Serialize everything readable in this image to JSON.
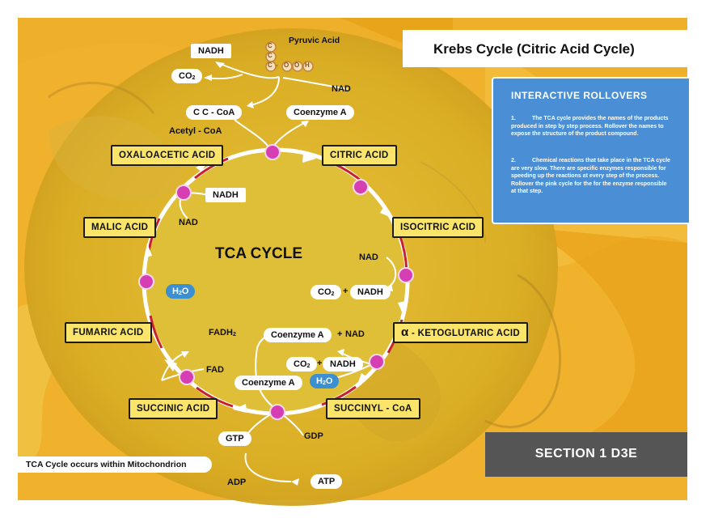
{
  "title": "Krebs Cycle (Citric Acid Cycle)",
  "center_label": "TCA CYCLE",
  "section_label": "SECTION 1 D3E",
  "footer_note": "TCA Cycle occurs within Mitochondrion",
  "rollovers": {
    "heading": "INTERACTIVE ROLLOVERS",
    "items": [
      {
        "num": "1.",
        "text": "The TCA cycle provides the names of the products produced in step by step process. Rollover the names to expose the structure of the product compound."
      },
      {
        "num": "2.",
        "text": "Chemical reactions that take place in the TCA cycle are very slow. There are specific enzymes responsible for speeding up the reactions at every step of the process. Rollover the pink cycle for the for the enzyme responsible at that step."
      }
    ]
  },
  "acids": {
    "oxaloacetic": "OXALOACETIC ACID",
    "citric": "CITRIC ACID",
    "isocitric": "ISOCITRIC ACID",
    "ketoglutaric_symbol": "α",
    "ketoglutaric": "- KETOGLUTARIC ACID",
    "succinyl": "SUCCINYL - CoA",
    "succinic": "SUCCINIC ACID",
    "fumaric": "FUMARIC ACID",
    "malic": "MALIC ACID"
  },
  "pyruvic": {
    "label": "Pyruvic Acid",
    "c1": "C",
    "c2": "C",
    "c3": "C",
    "dash": "-",
    "o1": "O",
    "o2": "O",
    "h": "H"
  },
  "labels": {
    "nadh_top": "NADH",
    "co2_top_main": "CO",
    "co2_top_sub": "2",
    "nad_top": "NAD",
    "acetyl_box": "C C  -  CoA",
    "acetyl_label": "Acetyl - CoA",
    "coenzyme_a_top": "Coenzyme A",
    "nadh_malic": "NADH",
    "nad_malic": "NAD",
    "h2o_left_main": "H",
    "h2o_left_sub": "2",
    "h2o_left_end": "O",
    "nad_iso": "NAD",
    "co2_iso_main": "CO",
    "co2_iso_sub": "2",
    "plus_iso": "+",
    "nadh_iso": "NADH",
    "coa_nad": "Coenzyme A",
    "plus_coa": "+",
    "nad_keto": "NAD",
    "co2_keto_main": "CO",
    "co2_keto_sub": "2",
    "plus_keto": "+",
    "nadh_keto": "NADH",
    "coenzyme_a_low": "Coenzyme A",
    "h2o_right_main": "H",
    "h2o_right_sub": "2",
    "h2o_right_end": "O",
    "fadh2_main": "FADH",
    "fadh2_sub": "2",
    "fad": "FAD",
    "gtp": "GTP",
    "gdp": "GDP",
    "adp": "ADP",
    "atp": "ATP"
  },
  "colors": {
    "background_gold": "#e8b41e",
    "cycle_fill": "#e1bd32",
    "acid_box": "#fbe46a",
    "enzyme_dot": "#d63fb4",
    "panel_blue": "#4a8fd6",
    "section_gray": "#555555",
    "arrow_red": "#c8202e"
  }
}
